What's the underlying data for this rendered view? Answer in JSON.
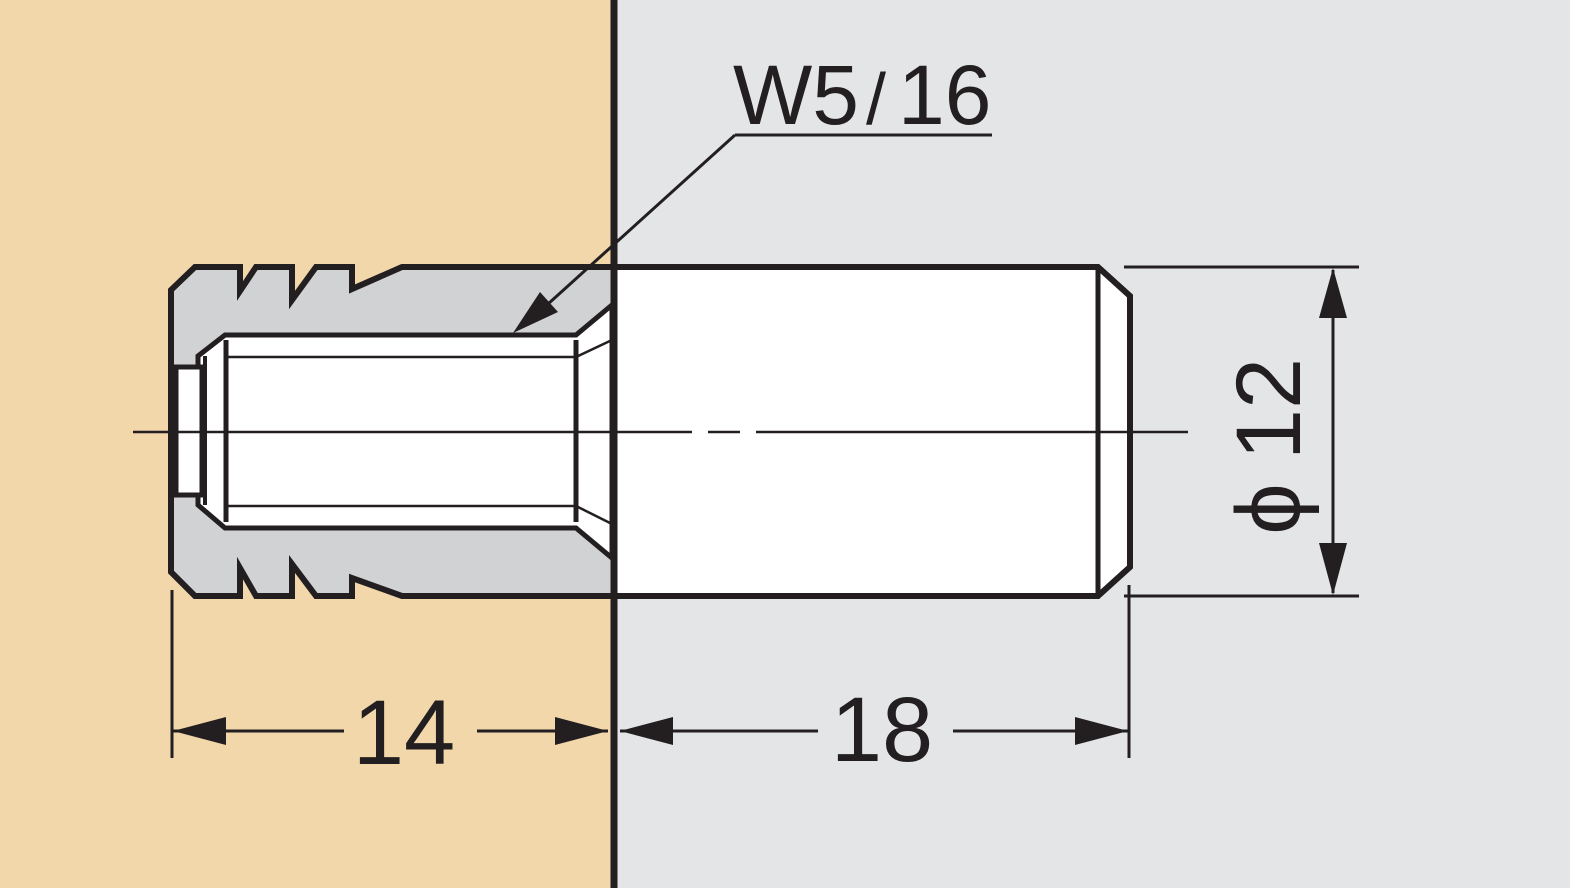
{
  "labels": {
    "thread": "W5/16",
    "thread_main": "W5",
    "thread_slash": "/",
    "thread_sub": "16",
    "dim_insert": "14",
    "dim_pin": "18",
    "dim_diameter": "12",
    "diameter_symbol": "ϕ"
  },
  "colors": {
    "wood": "#f2d7ab",
    "panel": "#e4e5e7",
    "insert": "#d1d2d4",
    "line": "#231f20",
    "pin": "#ffffff"
  }
}
